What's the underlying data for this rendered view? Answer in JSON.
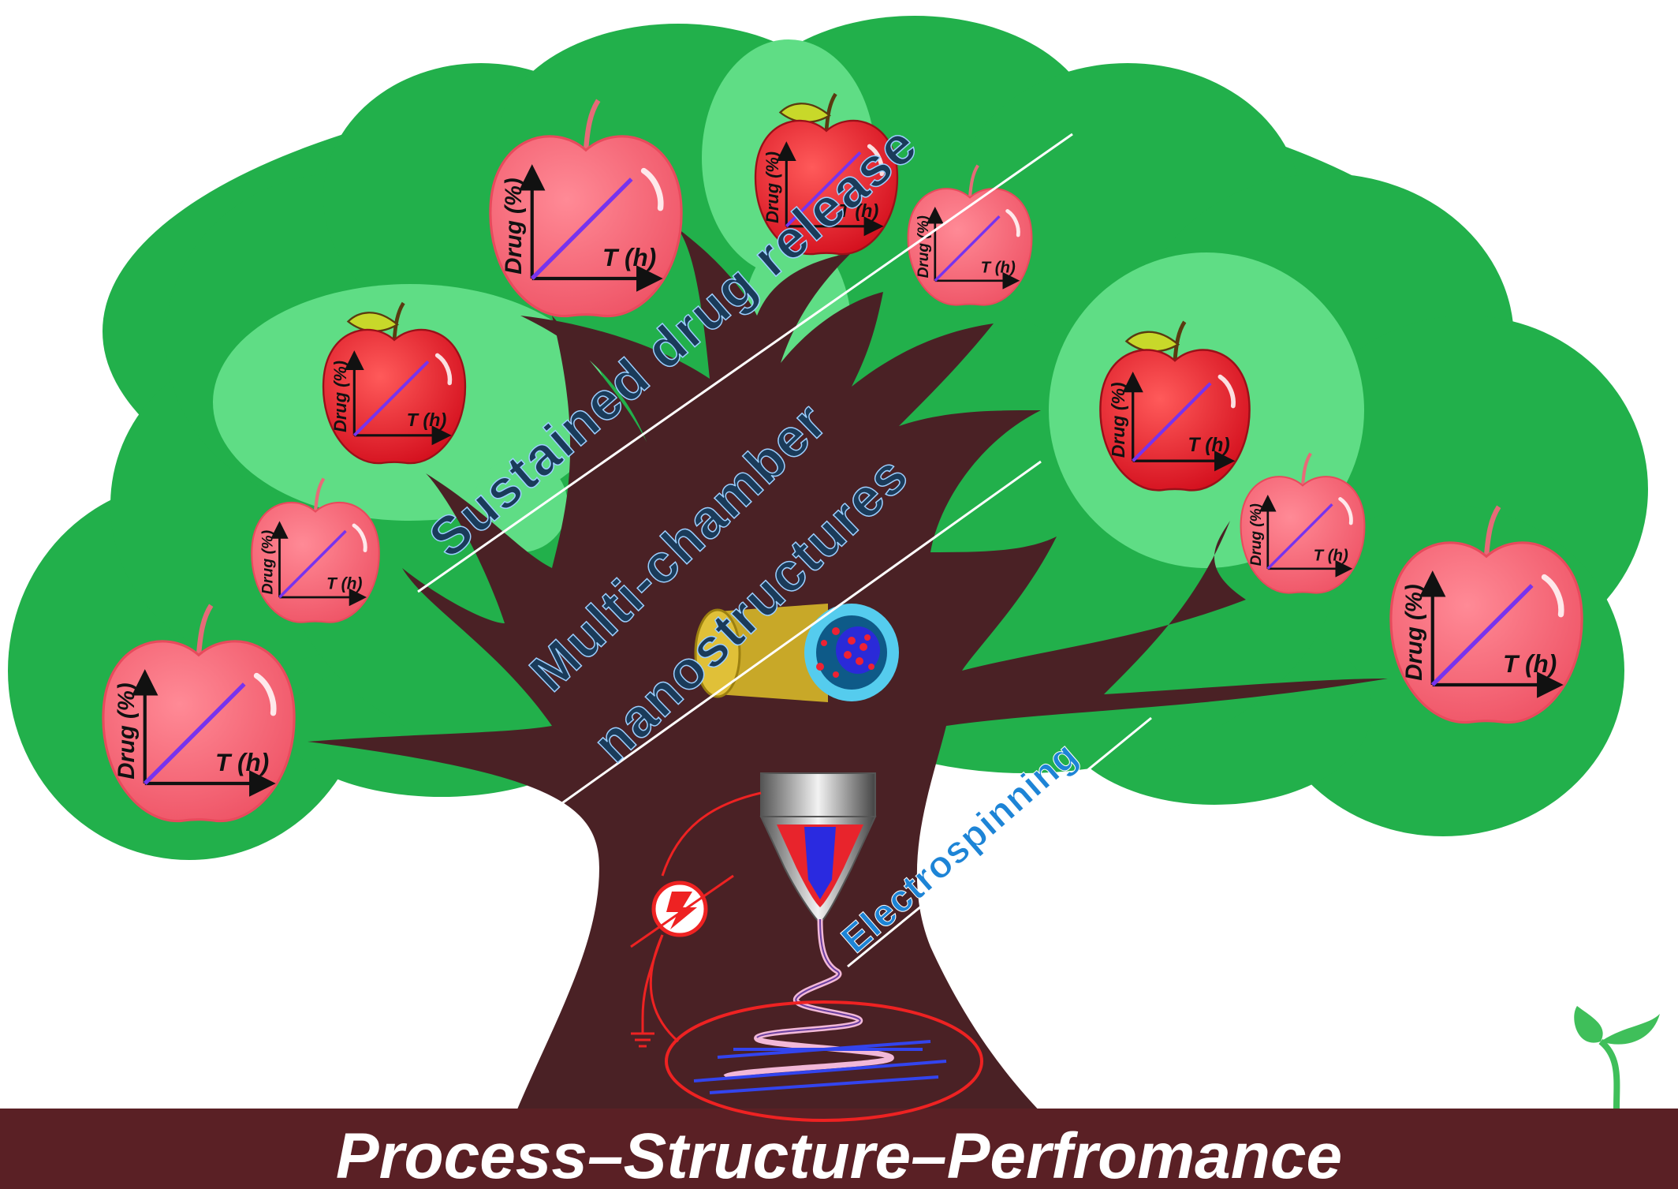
{
  "labels": {
    "sustained": "Sustained drug release",
    "multichamber_line1": "Multi-chamber",
    "multichamber_line2": "nanostructures",
    "electrospinning": "Electrospinning",
    "bottom_banner": "Process–Structure–Perfromance"
  },
  "apple_graph": {
    "y_label": "Drug (%)",
    "x_label": "T (h)"
  },
  "colors": {
    "foliage_dark": "#22b04b",
    "foliage_light": "#5fdd85",
    "trunk": "#4a2125",
    "ground": "#5a2025",
    "apple_red": "#f21c2c",
    "apple_pink": "#f56a7a",
    "release_line": "#7733ee",
    "label_navy": "#1a3b5a",
    "label_blue": "#1d84d6",
    "sprout": "#3fbf5a"
  },
  "icons": [
    "apple-icon",
    "fiber-cross-section-icon",
    "spinneret-icon",
    "high-voltage-icon",
    "ground-icon",
    "sprout-icon"
  ]
}
